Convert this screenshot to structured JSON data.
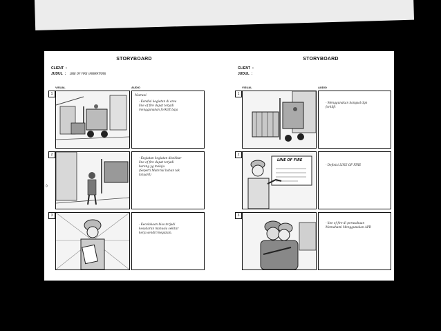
{
  "left_page": {
    "title": "STORYBOARD",
    "client_label": "CLIENT",
    "judul_label": "JUDUL",
    "judul_value": "LINE OF FIRE (ANIMATION)",
    "visual_header": "VISUAL",
    "audio_header": "AUDIO",
    "panels": [
      {
        "number": "1",
        "audio_heading": "Narasi",
        "audio_note": "- Kondisi kegiatan di area\n  line of fire dapat terjadi\n  menggunakan forklift baja"
      },
      {
        "number": "2",
        "audio_note": "- Kegiatan kegiatan disekitar\n  line of fire dapat terjadi\n  barang yg melaju\n  (Seperti Material bahan tak\n  lanyard)"
      },
      {
        "number": "3",
        "audio_note": "- Kecelakaan bisa terjadi\n  kesadaran manusia sekitar\n  kerja sendiri kegiatan."
      }
    ],
    "side_mark": "◊"
  },
  "right_page": {
    "title": "STORYBOARD",
    "client_label": "CLIENT",
    "judul_label": "JUDUL",
    "visual_header": "VISUAL",
    "audio_header": "AUDIO",
    "panels": [
      {
        "number": "1",
        "audio_note": "- Menggunakan bangsal dgn\n  forklift"
      },
      {
        "number": "2",
        "audio_note": "- Definisi LINE OF FIRE",
        "board_text": "LINE OF FIRE"
      },
      {
        "number": "3",
        "audio_note": "- line of fire di perusahaan\n  Memahami Menggunakan APD"
      }
    ]
  }
}
